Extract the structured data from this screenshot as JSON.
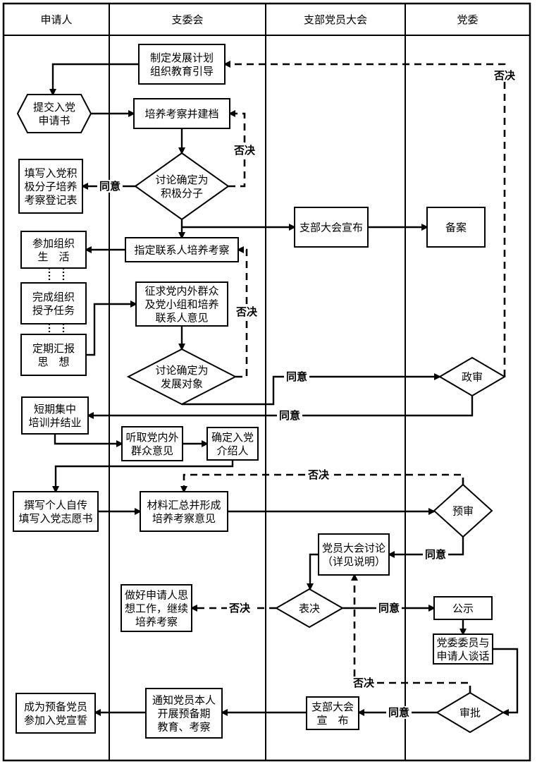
{
  "title": "入党流程图",
  "lanes": [
    {
      "id": "applicant",
      "label": "申请人"
    },
    {
      "id": "branch_committee",
      "label": "支委会"
    },
    {
      "id": "branch_assembly",
      "label": "支部党员大会"
    },
    {
      "id": "party_committee",
      "label": "党委"
    }
  ],
  "nodes": [
    {
      "id": "plan",
      "lane": "branch_committee",
      "shape": "rect",
      "lines": [
        "制定发展计划",
        "组织教育引导"
      ]
    },
    {
      "id": "submit",
      "lane": "applicant",
      "shape": "hexagon",
      "lines": [
        "提交入党",
        "申请书"
      ]
    },
    {
      "id": "cultivate",
      "lane": "branch_committee",
      "shape": "rect",
      "lines": [
        "培养考察并建档"
      ]
    },
    {
      "id": "decide_activist",
      "lane": "branch_committee",
      "shape": "diamond",
      "lines": [
        "讨论确定为",
        "积极分子"
      ]
    },
    {
      "id": "fill_form",
      "lane": "applicant",
      "shape": "rect",
      "lines": [
        "填写入党积",
        "极分子培养",
        "考察登记表"
      ]
    },
    {
      "id": "assembly_announce_1",
      "lane": "branch_assembly",
      "shape": "rect",
      "lines": [
        "支部大会宣布"
      ]
    },
    {
      "id": "record",
      "lane": "party_committee",
      "shape": "rect",
      "lines": [
        "备案"
      ]
    },
    {
      "id": "assign_contact",
      "lane": "branch_committee",
      "shape": "rect",
      "lines": [
        "指定联系人培养考察"
      ]
    },
    {
      "id": "join_activities",
      "lane": "applicant",
      "shape": "rect",
      "lines": [
        "参加组织",
        "生　活"
      ]
    },
    {
      "id": "complete_tasks",
      "lane": "applicant",
      "shape": "rect",
      "lines": [
        "完成组织",
        "授予任务"
      ]
    },
    {
      "id": "report_thoughts",
      "lane": "applicant",
      "shape": "rect",
      "lines": [
        "定期汇报",
        "思　想"
      ]
    },
    {
      "id": "solicit_opinions",
      "lane": "branch_committee",
      "shape": "rect",
      "lines": [
        "征求党内外群众",
        "及党小组和培养",
        "联系人意见"
      ]
    },
    {
      "id": "decide_target",
      "lane": "branch_committee",
      "shape": "diamond",
      "lines": [
        "讨论确定为",
        "发展对象"
      ]
    },
    {
      "id": "political_review",
      "lane": "party_committee",
      "shape": "diamond",
      "lines": [
        "政审"
      ]
    },
    {
      "id": "training",
      "lane": "applicant",
      "shape": "rect",
      "lines": [
        "短期集中",
        "培训并结业"
      ]
    },
    {
      "id": "hear_opinions",
      "lane": "branch_committee",
      "shape": "rect",
      "lines": [
        "听取党内外",
        "群众意见"
      ]
    },
    {
      "id": "sponsors",
      "lane": "branch_committee",
      "shape": "rect",
      "lines": [
        "确定入党",
        "介绍人"
      ]
    },
    {
      "id": "autobiography",
      "lane": "applicant",
      "shape": "rect",
      "lines": [
        "撰写个人自传",
        "填写入党志愿书"
      ]
    },
    {
      "id": "compile_materials",
      "lane": "branch_committee",
      "shape": "rect",
      "lines": [
        "材料汇总并形成",
        "培养考察意见"
      ]
    },
    {
      "id": "pre_review",
      "lane": "party_committee",
      "shape": "diamond",
      "lines": [
        "预审"
      ]
    },
    {
      "id": "assembly_discuss",
      "lane": "branch_assembly",
      "shape": "rect",
      "lines": [
        "党员大会讨论",
        "（详见说明）"
      ]
    },
    {
      "id": "vote",
      "lane": "branch_assembly",
      "shape": "diamond",
      "lines": [
        "表决"
      ]
    },
    {
      "id": "ideological_work",
      "lane": "branch_committee",
      "shape": "rect",
      "lines": [
        "做好申请人思",
        "想工作，继续",
        "培养考察"
      ]
    },
    {
      "id": "publicize",
      "lane": "party_committee",
      "shape": "rect",
      "lines": [
        "公示"
      ]
    },
    {
      "id": "talk",
      "lane": "party_committee",
      "shape": "rect",
      "lines": [
        "党委委员与",
        "申请人谈话"
      ]
    },
    {
      "id": "approve",
      "lane": "party_committee",
      "shape": "diamond",
      "lines": [
        "审批"
      ]
    },
    {
      "id": "assembly_announce_2",
      "lane": "branch_assembly",
      "shape": "rect",
      "lines": [
        "支部大会",
        "宣　布"
      ]
    },
    {
      "id": "notify",
      "lane": "branch_committee",
      "shape": "rect",
      "lines": [
        "通知党员本人",
        "开展预备期",
        "教育、考察"
      ]
    },
    {
      "id": "probationary",
      "lane": "applicant",
      "shape": "rect",
      "lines": [
        "成为预备党员",
        "参加入党宣誓"
      ]
    }
  ],
  "edges": [
    {
      "from": "plan",
      "to": "submit",
      "style": "solid",
      "label": ""
    },
    {
      "from": "submit",
      "to": "cultivate",
      "style": "solid",
      "label": ""
    },
    {
      "from": "cultivate",
      "to": "decide_activist",
      "style": "solid",
      "label": ""
    },
    {
      "from": "decide_activist",
      "to": "fill_form",
      "style": "solid",
      "label": "同意"
    },
    {
      "from": "decide_activist",
      "to": "cultivate",
      "style": "dashed",
      "label": "否决"
    },
    {
      "from": "decide_activist",
      "to": "assign_contact",
      "style": "solid",
      "label": ""
    },
    {
      "from": "decide_activist",
      "to": "assembly_announce_1",
      "style": "solid",
      "label": ""
    },
    {
      "from": "assembly_announce_1",
      "to": "record",
      "style": "solid",
      "label": ""
    },
    {
      "from": "assign_contact",
      "to": "join_activities",
      "style": "solid",
      "label": ""
    },
    {
      "from": "join_activities",
      "to": "complete_tasks",
      "style": "dotted",
      "label": ""
    },
    {
      "from": "complete_tasks",
      "to": "report_thoughts",
      "style": "dotted",
      "label": ""
    },
    {
      "from": "report_thoughts",
      "to": "solicit_opinions",
      "style": "solid",
      "label": ""
    },
    {
      "from": "solicit_opinions",
      "to": "decide_target",
      "style": "solid",
      "label": ""
    },
    {
      "from": "decide_target",
      "to": "assign_contact",
      "style": "dashed",
      "label": "否决"
    },
    {
      "from": "decide_target",
      "to": "political_review",
      "style": "solid",
      "label": "同意"
    },
    {
      "from": "political_review",
      "to": "plan",
      "style": "dashed",
      "label": "否决"
    },
    {
      "from": "political_review",
      "to": "training",
      "style": "solid",
      "label": "同意"
    },
    {
      "from": "training",
      "to": "hear_opinions",
      "style": "solid",
      "label": ""
    },
    {
      "from": "hear_opinions",
      "to": "sponsors",
      "style": "solid",
      "label": ""
    },
    {
      "from": "sponsors",
      "to": "autobiography",
      "style": "solid",
      "label": ""
    },
    {
      "from": "autobiography",
      "to": "compile_materials",
      "style": "solid",
      "label": ""
    },
    {
      "from": "compile_materials",
      "to": "pre_review",
      "style": "solid",
      "label": ""
    },
    {
      "from": "pre_review",
      "to": "compile_materials",
      "style": "dashed",
      "label": "否决"
    },
    {
      "from": "pre_review",
      "to": "assembly_discuss",
      "style": "solid",
      "label": "同意"
    },
    {
      "from": "assembly_discuss",
      "to": "vote",
      "style": "solid",
      "label": ""
    },
    {
      "from": "vote",
      "to": "ideological_work",
      "style": "dashed",
      "label": "否决"
    },
    {
      "from": "vote",
      "to": "publicize",
      "style": "solid",
      "label": "同意"
    },
    {
      "from": "publicize",
      "to": "talk",
      "style": "solid",
      "label": ""
    },
    {
      "from": "talk",
      "to": "approve",
      "style": "solid",
      "label": ""
    },
    {
      "from": "approve",
      "to": "assembly_discuss",
      "style": "dashed",
      "label": "否决"
    },
    {
      "from": "approve",
      "to": "assembly_announce_2",
      "style": "solid",
      "label": "同意"
    },
    {
      "from": "assembly_announce_2",
      "to": "notify",
      "style": "solid",
      "label": ""
    },
    {
      "from": "notify",
      "to": "probationary",
      "style": "solid",
      "label": ""
    }
  ]
}
